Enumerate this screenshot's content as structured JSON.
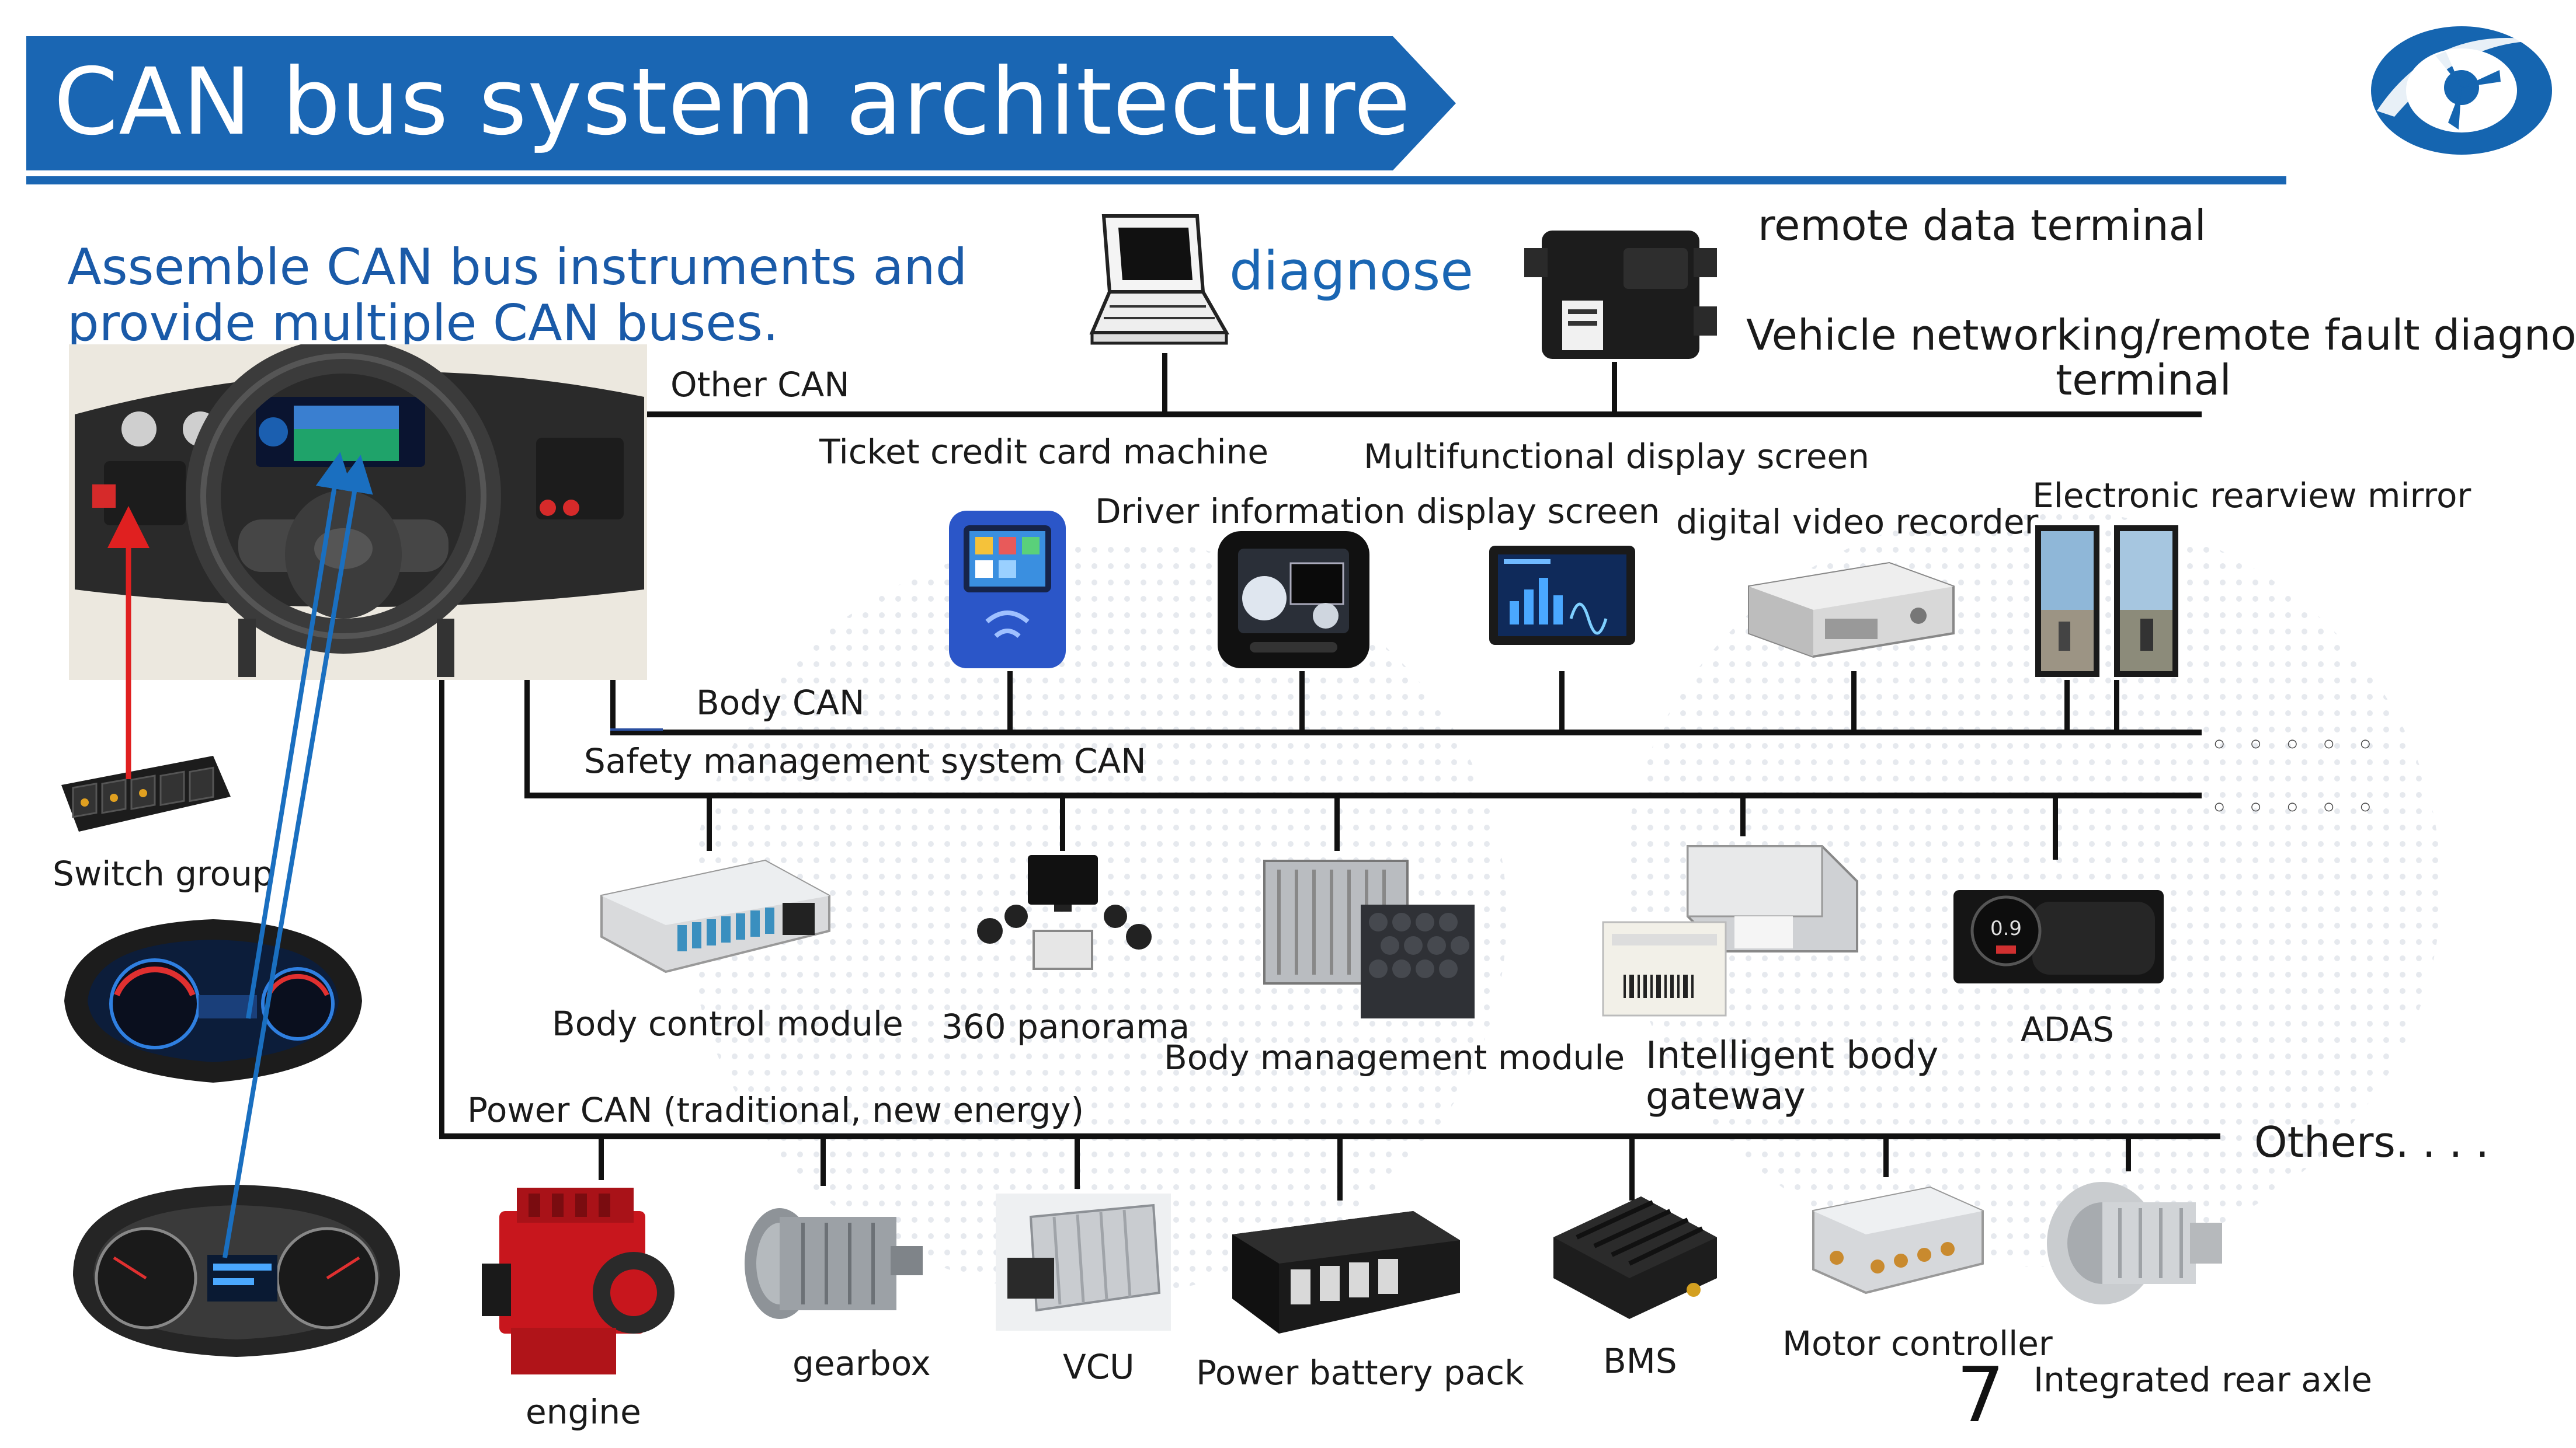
{
  "slide": {
    "title": "CAN bus system architecture",
    "subtitle": "Assemble CAN bus instruments and provide multiple CAN buses.",
    "page_number": "7",
    "colors": {
      "banner": "#1a66b3",
      "subtitle": "#1a5aa8",
      "bus_line": "#111111",
      "arrow_red": "#e02020",
      "arrow_blue": "#1a6fc0"
    }
  },
  "buses": {
    "other_can": "Other CAN",
    "body_can": "Body CAN",
    "safety_can": "Safety management system CAN",
    "power_can": "Power CAN (traditional, new energy)"
  },
  "top_devices": {
    "diagnose": "diagnose",
    "remote_terminal": "remote data terminal",
    "remote_diag_line1": "Vehicle networking/remote fault diagnosis",
    "remote_diag_line2": "terminal"
  },
  "body_devices": {
    "ticket_machine": "Ticket credit card machine",
    "driver_display": "Driver information display screen",
    "multi_display": "Multifunctional display screen",
    "dvr": "digital video recorder",
    "rearview_mirror": "Electronic rearview mirror"
  },
  "safety_devices": {
    "body_control": "Body control module",
    "panorama": "360 panorama",
    "body_management": "Body management module",
    "gateway_line1": "Intelligent body",
    "gateway_line2": "gateway",
    "adas": "ADAS"
  },
  "power_devices": {
    "engine": "engine",
    "gearbox": "gearbox",
    "vcu": "VCU",
    "battery": "Power battery pack",
    "bms": "BMS",
    "motor_controller": "Motor controller",
    "rear_axle": "Integrated rear axle",
    "others": "Others. . . ."
  },
  "left_column": {
    "switch_group": "Switch group",
    "adas_screen_value": "0.9"
  },
  "icons": [
    "logo-steering-icon",
    "laptop-icon",
    "terminal-box-icon",
    "ticket-machine-icon",
    "driver-display-icon",
    "multi-display-icon",
    "dvr-icon",
    "mirror-icon",
    "bcm-icon",
    "camera-icon",
    "bmm-icon",
    "gateway-icon",
    "adas-icon",
    "engine-icon",
    "gearbox-icon",
    "vcu-icon",
    "battery-icon",
    "bms-icon",
    "motor-controller-icon",
    "rear-axle-icon"
  ]
}
